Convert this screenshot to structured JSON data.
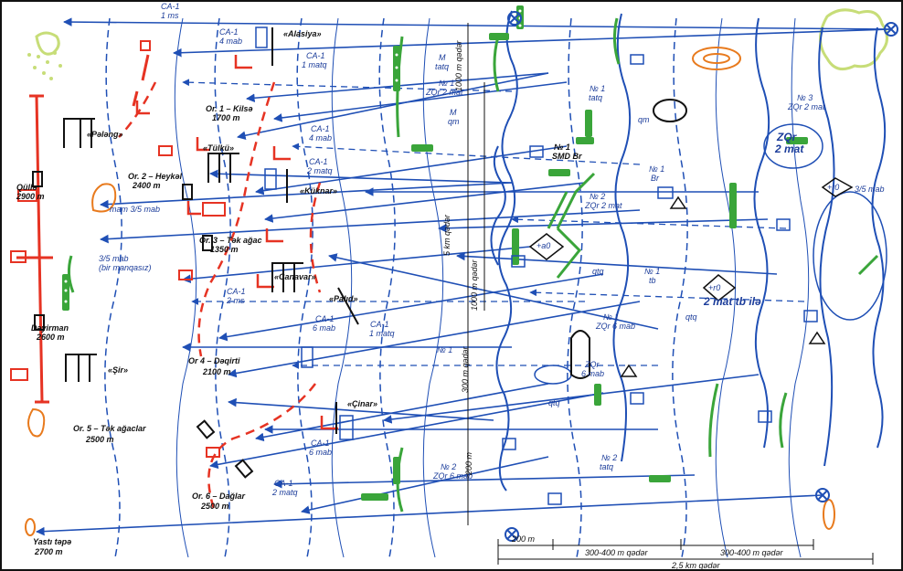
{
  "colors": {
    "blue": "#1f4fb5",
    "red": "#e63323",
    "green": "#3aa53a",
    "orange": "#e87a1d",
    "lime": "#c7dd78",
    "black": "#111111"
  },
  "labels": {
    "alasiya": "«Alasiya»",
    "palang": "«Pələng»",
    "tulku": "«Tülkü»",
    "kuknar": "«Küknar»",
    "canavar": "«Canavar»",
    "palid": "«Palıd»",
    "sir": "«Şir»",
    "cinar": "«Çinar»",
    "or1": "Or. 1 – Kilsə",
    "or1_dist": "1700 m",
    "or2": "Or. 2 – Heykəl",
    "or2_dist": "2400 m",
    "or3": "Or. 3 – Tək ağac",
    "or3_dist": "1350 m",
    "or4": "Or 4 – Dəqirti",
    "or4_dist": "2100 m",
    "or5": "Or. 5 – Tək ağaclar",
    "or5_dist": "2500 m",
    "or6": "Or. 6 – Dağlar",
    "or6_dist": "2500 m",
    "qulle": "Qüllə",
    "qulle_dist": "2900 m",
    "deyirman": "Dəyirman",
    "deyirman_dist": "2600 m",
    "yasti_tepe": "Yastı təpə",
    "yasti_tepe_dist": "2700 m",
    "ca1_a": "CA-1",
    "ca1_a_sub": "1 ms",
    "ca1_b": "CA-1",
    "ca1_b_sub": "4 mab",
    "ca1_c": "CA-1",
    "ca1_c_sub": "1 matq",
    "ca1_d": "CA-1",
    "ca1_d_sub": "4 mab",
    "ca1_e": "CA-1",
    "ca1_e_sub": "2 matq",
    "ca1_f": "CA-1",
    "ca1_f_sub": "2 ms",
    "ca1_g": "CA-1",
    "ca1_g_sub": "6 mab",
    "ca1_h": "CA-1",
    "ca1_h_sub": "1 matq",
    "ca1_i": "CA-1",
    "ca1_i_sub": "6 mab",
    "ca1_j": "CA-1",
    "ca1_j_sub": "2 matq",
    "mam": "mam 3/5 mab",
    "bir_manqasiz": "3/5 mab",
    "bir_manqasiz2": "(bir manqasız)",
    "n1_zqr2": "№ 1",
    "n1_zqr2_sub": "ZQr 2 mat",
    "n1_smd": "№ 1",
    "n1_smd_sub": "SMD Br",
    "n2_zqr2": "№ 2",
    "n2_zqr2_sub": "ZQr 2 mat",
    "n1_br": "№ 1",
    "n1_br_sub": "Br",
    "n1_tb": "№ 1",
    "n1_tb_sub": "tb",
    "n1_zqr6": "№ 1",
    "n1_zqr6_sub": "ZQr 6 mab",
    "n2_zqr6": "№ 2",
    "n2_zqr6_sub": "ZQr 6 mab",
    "n3_zqr2": "№ 3",
    "n3_zqr2_sub": "ZQr 2 mat",
    "zqr2": "ZQr",
    "zqr2_sub": "2 mat",
    "zqr6": "ZQr",
    "zqr6_sub": "6 mab",
    "n1_tatq": "№ 1",
    "n1_tatq_sub": "tatq",
    "n2_tatq": "№ 2",
    "n2_tatq_sub": "tatq",
    "m_tatq": "M",
    "m_tatq_sub": "tatq",
    "m_qm": "M",
    "m_qm_sub": "qm",
    "qm": "qm",
    "qtq1": "qtq",
    "qtq2": "qtq",
    "qtq3": "qtq",
    "mab35": "3/5 mab",
    "mat_tb": "2 mat tb ilə",
    "n1_small": "№ 1",
    "qeder_1000": "1000 m qədər",
    "qeder_5km": "5 km qədər",
    "qeder_1000b": "1000 m qədər",
    "qeder_300_1": "300 m qədər",
    "dist_200_top": "200 m",
    "dist_200_bottom": "200 m",
    "dist_300_400_a": "300-400 m qədər",
    "dist_300_400_b": "300-400 m qədər",
    "dist_25km": "2,5 km qədər",
    "sign_a": "+a0",
    "sign_b": "+r0",
    "sign_c": "+r0"
  }
}
